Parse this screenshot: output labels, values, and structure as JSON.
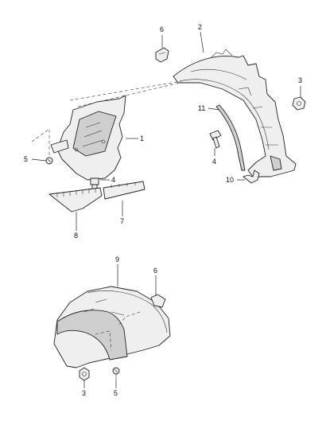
{
  "callouts": {
    "part_6_top": "6",
    "part_2": "2",
    "part_3_top": "3",
    "part_11": "11",
    "part_1": "1",
    "part_5_left": "5",
    "part_4_left": "4",
    "part_4_right": "4",
    "part_10": "10",
    "part_8": "8",
    "part_7": "7",
    "part_9": "9",
    "part_6_bottom": "6",
    "part_3_bottom": "3",
    "part_5_bottom": "5"
  }
}
